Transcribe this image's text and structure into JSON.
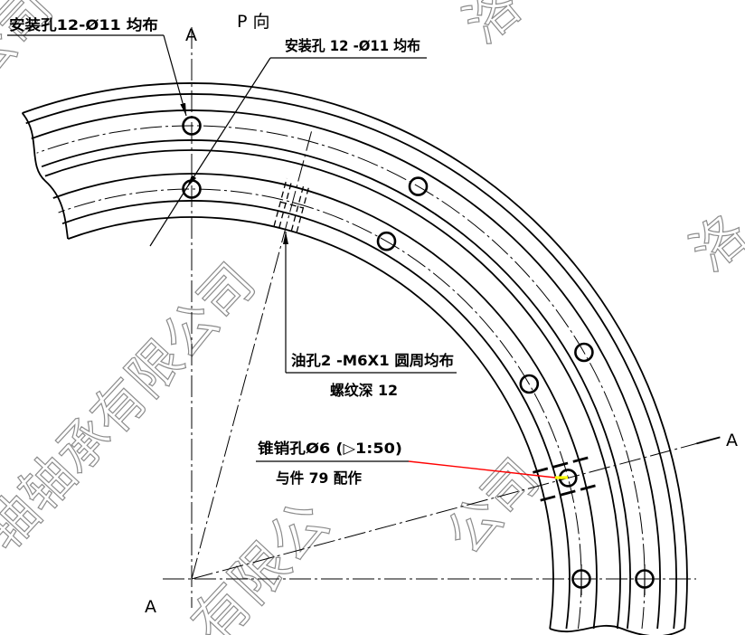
{
  "labels": {
    "view_title": "P 向",
    "section_top": "A",
    "section_right": "A",
    "section_bottom": "A",
    "mount_holes_outer": "安装孔12-Ø11 均布",
    "mount_holes_inner": "安装孔 12 -Ø11 均布",
    "oil_hole_line1": "油孔2 -M6X1 圆周均布",
    "oil_hole_line2": "螺纹深 12",
    "taper_pin_line1": "锥销孔Ø6 (▷1:50)",
    "taper_pin_line2": "与件 79 配作"
  },
  "watermarks": [
    "轴轴承有限公司",
    "公司",
    "洛",
    "洛",
    "有限公",
    "公司"
  ],
  "colors": {
    "line": "#000000",
    "leader_highlight": "#ff0000",
    "pin_marker": "#ffff00",
    "watermark": "#8c8c8c"
  }
}
